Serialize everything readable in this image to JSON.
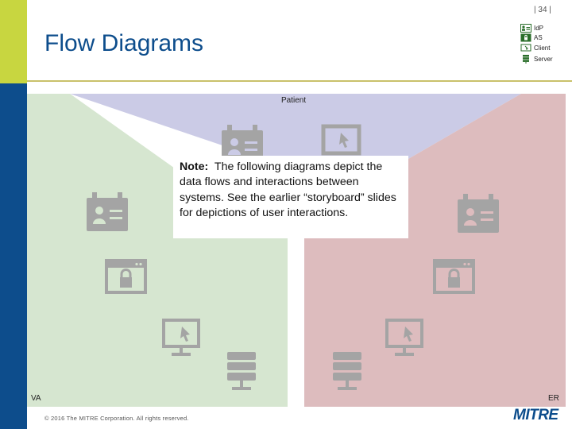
{
  "page_number": "| 34 |",
  "title": "Flow Diagrams",
  "legend": [
    {
      "label": "IdP",
      "icon": "id-card-icon"
    },
    {
      "label": "AS",
      "icon": "lock-window-icon"
    },
    {
      "label": "Client",
      "icon": "cursor-window-icon"
    },
    {
      "label": "Server",
      "icon": "server-icon"
    }
  ],
  "regions": {
    "top": "Patient",
    "left": "VA",
    "right": "ER"
  },
  "note": {
    "heading": "Note:",
    "body": "The following diagrams depict the data flows and interactions between systems.  See the earlier “storyboard” slides for depictions of user interactions."
  },
  "footer": "© 2016 The MITRE Corporation. All rights reserved.",
  "logo": "MITRE",
  "colors": {
    "patient_region": "#cbcbe6",
    "va_region": "#d6e6d0",
    "er_region": "#ddbcbe",
    "icon_gray": "#a4a4a4",
    "title_blue": "#0d4d8c",
    "accent_green": "#c8d640"
  }
}
